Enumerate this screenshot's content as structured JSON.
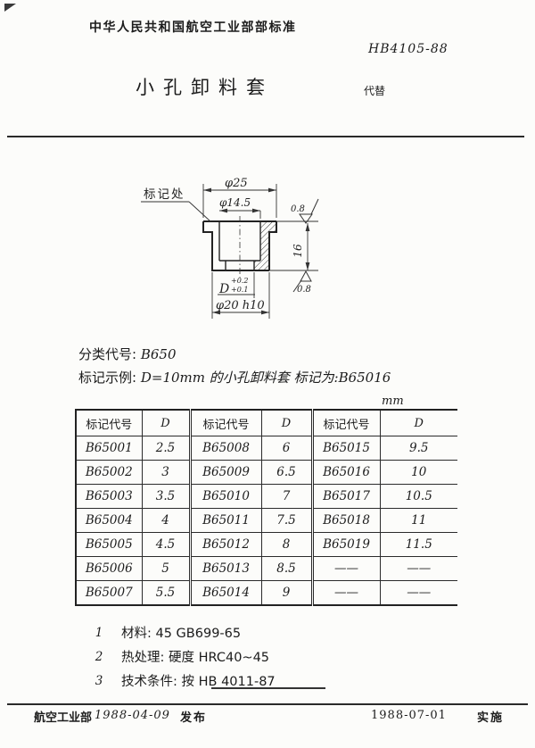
{
  "header": {
    "org_label": "中华人民共和国航空工业部部标准",
    "standard_no": "HB4105-88",
    "title": "小孔卸料套",
    "supersedes_label": "代替"
  },
  "drawing": {
    "callout": "标记处",
    "dim_flange": "φ25",
    "dim_counterbore": "φ14.5",
    "roughness_top": "0.8",
    "dim_height": "16",
    "roughness_bottom": "0.8",
    "dim_hole": "D",
    "tol_upper": "+0.2",
    "tol_lower": "+0.1",
    "dim_body": "φ20 h10"
  },
  "classification": {
    "label": "分类代号:",
    "value": "B650"
  },
  "example": {
    "label": "标记示例:",
    "text": "D=10mm 的小孔卸料套  标记为:B65016"
  },
  "table": {
    "unit": "mm",
    "headers": [
      "标记代号",
      "D",
      "标记代号",
      "D",
      "标记代号",
      "D"
    ],
    "rows": [
      [
        "B65001",
        "2.5",
        "B65008",
        "6",
        "B65015",
        "9.5"
      ],
      [
        "B65002",
        "3",
        "B65009",
        "6.5",
        "B65016",
        "10"
      ],
      [
        "B65003",
        "3.5",
        "B65010",
        "7",
        "B65017",
        "10.5"
      ],
      [
        "B65004",
        "4",
        "B65011",
        "7.5",
        "B65018",
        "11"
      ],
      [
        "B65005",
        "4.5",
        "B65012",
        "8",
        "B65019",
        "11.5"
      ],
      [
        "B65006",
        "5",
        "B65013",
        "8.5",
        "——",
        "——"
      ],
      [
        "B65007",
        "5.5",
        "B65014",
        "9",
        "——",
        "——"
      ]
    ]
  },
  "notes": [
    {
      "num": "1",
      "text": "材料: 45 GB699-65"
    },
    {
      "num": "2",
      "text": "热处理: 硬度 HRC40~45"
    },
    {
      "num": "3",
      "text": "技术条件: 按 HB 4011-87"
    }
  ],
  "footer": {
    "issuer": "航空工业部",
    "issue_date": "1988-04-09",
    "issue_label": "发布",
    "effective_date": "1988-07-01",
    "effective_label": "实施"
  }
}
